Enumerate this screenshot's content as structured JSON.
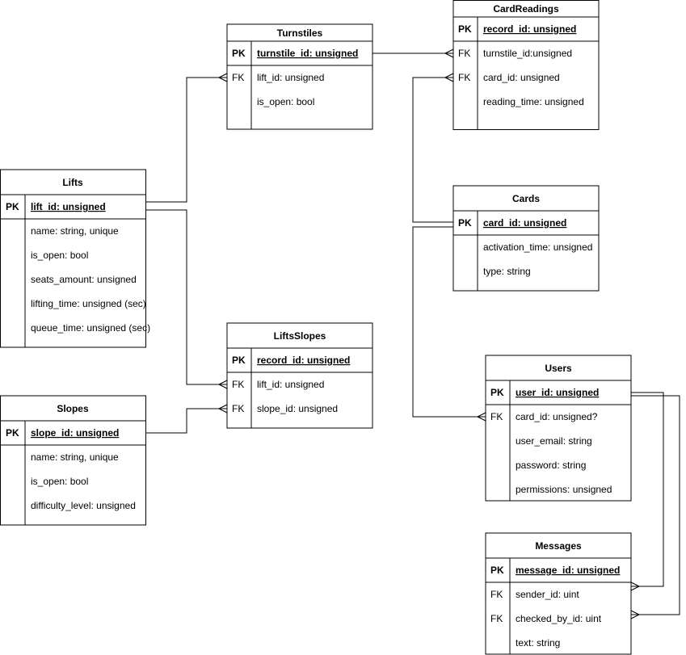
{
  "tables": {
    "turnstiles": {
      "title": "Turnstiles",
      "rows": [
        {
          "key": "PK",
          "name": "turnstile_id:  unsigned"
        },
        {
          "key": "FK",
          "name": "lift_id: unsigned"
        },
        {
          "key": "",
          "name": "is_open: bool"
        }
      ]
    },
    "cardreadings": {
      "title": "CardReadings",
      "rows": [
        {
          "key": "PK",
          "name": "record_id:  unsigned"
        },
        {
          "key": "FK",
          "name": "turnstile_id:unsigned"
        },
        {
          "key": "FK",
          "name": "card_id: unsigned"
        },
        {
          "key": "",
          "name": "reading_time: unsigned"
        }
      ]
    },
    "lifts": {
      "title": "Lifts",
      "rows": [
        {
          "key": "PK",
          "name": "lift_id:  unsigned"
        },
        {
          "key": "",
          "name": "name: string, unique"
        },
        {
          "key": "",
          "name": "is_open: bool"
        },
        {
          "key": "",
          "name": "seats_amount: unsigned"
        },
        {
          "key": "",
          "name": "lifting_time: unsigned (sec)"
        },
        {
          "key": "",
          "name": "queue_time: unsigned (sec)"
        }
      ]
    },
    "cards": {
      "title": "Cards",
      "rows": [
        {
          "key": "PK",
          "name": "card_id:  unsigned"
        },
        {
          "key": "",
          "name": "activation_time: unsigned"
        },
        {
          "key": "",
          "name": "type: string"
        }
      ]
    },
    "liftsslopes": {
      "title": "LiftsSlopes",
      "rows": [
        {
          "key": "PK",
          "name": "record_id:  unsigned"
        },
        {
          "key": "FK",
          "name": "lift_id: unsigned"
        },
        {
          "key": "FK",
          "name": "slope_id: unsigned"
        }
      ]
    },
    "slopes": {
      "title": "Slopes",
      "rows": [
        {
          "key": "PK",
          "name": "slope_id:  unsigned"
        },
        {
          "key": "",
          "name": "name: string, unique"
        },
        {
          "key": "",
          "name": "is_open: bool"
        },
        {
          "key": "",
          "name": "difficulty_level: unsigned"
        }
      ]
    },
    "users": {
      "title": "Users",
      "rows": [
        {
          "key": "PK",
          "name": "user_id: unsigned"
        },
        {
          "key": "FK",
          "name": "card_id: unsigned?"
        },
        {
          "key": "",
          "name": "user_email: string"
        },
        {
          "key": "",
          "name": "password: string"
        },
        {
          "key": "",
          "name": "permissions: unsigned"
        }
      ]
    },
    "messages": {
      "title": "Messages",
      "rows": [
        {
          "key": "PK",
          "name": "message_id: unsigned"
        },
        {
          "key": "FK",
          "name": "sender_id: uint"
        },
        {
          "key": "FK",
          "name": "checked_by_id: uint"
        },
        {
          "key": "",
          "name": "text: string"
        }
      ]
    }
  },
  "relationships": [
    {
      "from": "lifts.lift_id",
      "to": "turnstiles.lift_id"
    },
    {
      "from": "turnstiles.turnstile_id",
      "to": "cardreadings.turnstile_id"
    },
    {
      "from": "cards.card_id",
      "to": "cardreadings.card_id"
    },
    {
      "from": "lifts.lift_id",
      "to": "liftsslopes.lift_id"
    },
    {
      "from": "slopes.slope_id",
      "to": "liftsslopes.slope_id"
    },
    {
      "from": "cards.card_id",
      "to": "users.card_id"
    },
    {
      "from": "users.user_id",
      "to": "messages.sender_id"
    },
    {
      "from": "users.user_id",
      "to": "messages.checked_by_id"
    }
  ],
  "colors": {
    "stroke": "#000000",
    "background": "#ffffff",
    "text": "#1a1a1a"
  }
}
